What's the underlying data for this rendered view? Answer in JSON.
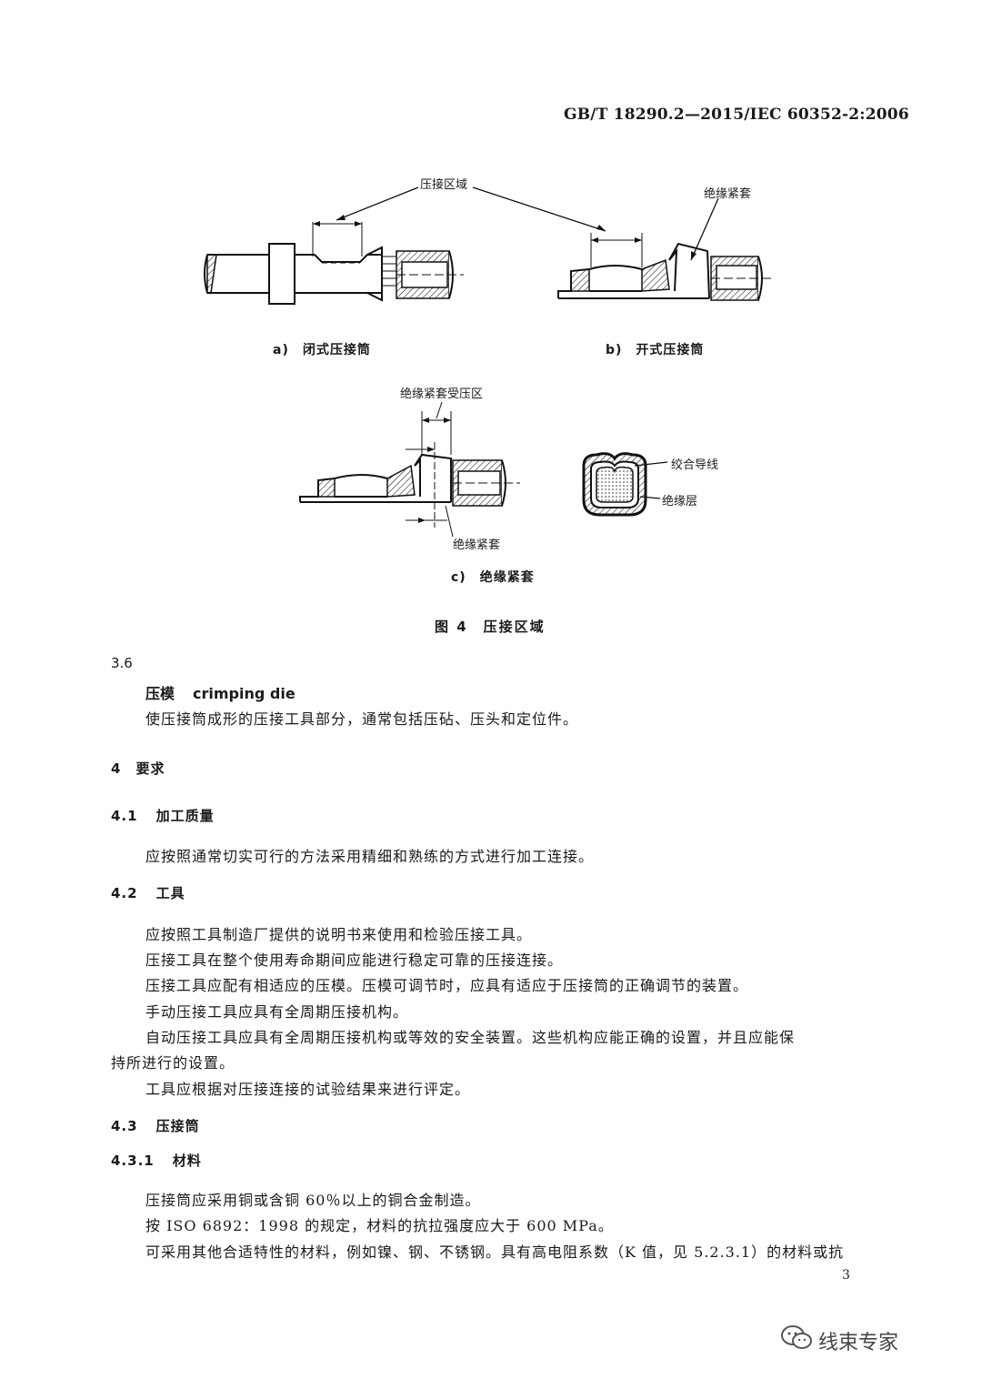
{
  "header": {
    "standard_id": "GB/T 18290.2—2015/IEC 60352-2:2006"
  },
  "figure": {
    "labels": {
      "crimp_zone": "压接区域",
      "insulation_grip_top": "绝缘紧套",
      "insulation_grip_zone": "绝缘紧套受压区",
      "insulation_grip_bottom": "绝缘紧套",
      "stranded_wire": "绞合导线",
      "insulation_layer": "绝缘层"
    },
    "captions": {
      "a": "a)　闭式压接筒",
      "b": "b)　开式压接筒",
      "c": "c)　绝缘紧套"
    },
    "title": "图 4　压接区域"
  },
  "clause_3_6": {
    "number": "3.6",
    "term_zh": "压模",
    "term_en": "crimping die",
    "definition": "使压接筒成形的压接工具部分，通常包括压砧、压头和定位件。"
  },
  "section_4": {
    "number": "4",
    "title": "要求"
  },
  "section_4_1": {
    "number": "4.1",
    "title": "加工质量",
    "paragraphs": [
      "应按照通常切实可行的方法采用精细和熟练的方式进行加工连接。"
    ]
  },
  "section_4_2": {
    "number": "4.2",
    "title": "工具",
    "paragraphs": [
      "应按照工具制造厂提供的说明书来使用和检验压接工具。",
      "压接工具在整个使用寿命期间应能进行稳定可靠的压接连接。",
      "压接工具应配有相适应的压模。压模可调节时，应具有适应于压接筒的正确调节的装置。",
      "手动压接工具应具有全周期压接机构。",
      "自动压接工具应具有全周期压接机构或等效的安全装置。这些机构应能正确的设置，并且应能保",
      "持所进行的设置。",
      "工具应根据对压接连接的试验结果来进行评定。"
    ]
  },
  "section_4_3": {
    "number": "4.3",
    "title": "压接筒"
  },
  "section_4_3_1": {
    "number": "4.3.1",
    "title": "材料",
    "paragraphs": [
      "压接筒应采用铜或含铜 60％以上的铜合金制造。",
      "按 ISO 6892：1998 的规定，材料的抗拉强度应大于 600 MPa。",
      "可采用其他合适特性的材料，例如镍、钢、不锈钢。具有高电阻系数（K 值，见 5.2.3.1）的材料或抗"
    ]
  },
  "page_number": "3",
  "watermark": {
    "text": "线束专家",
    "icon": "wechat-icon"
  }
}
